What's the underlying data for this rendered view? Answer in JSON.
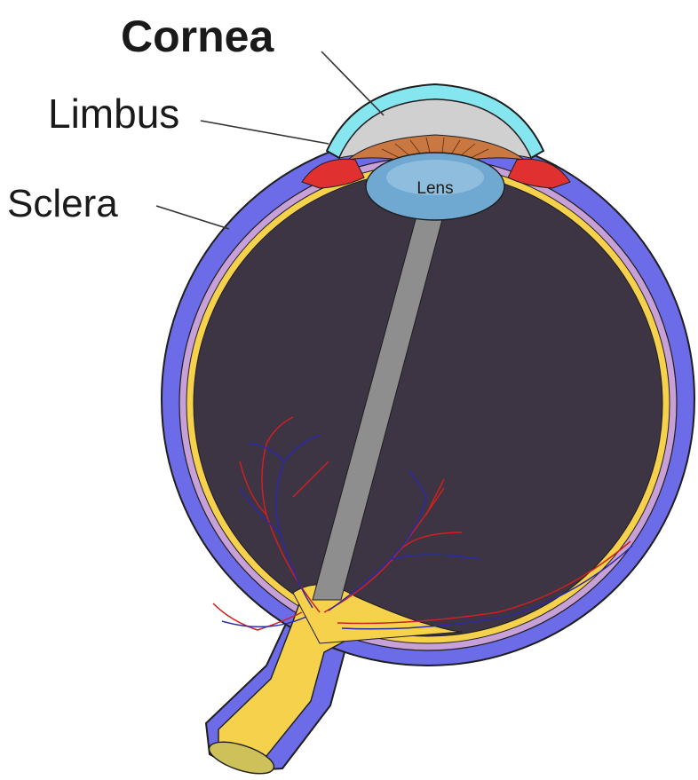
{
  "labels": {
    "cornea": "Cornea",
    "limbus": "Limbus",
    "sclera": "Sclera",
    "lens": "Lens"
  },
  "colors": {
    "sclera": "#6c6ce8",
    "choroid": "#c8a0d8",
    "retina": "#f6d24c",
    "vitreous": "#3d3444",
    "cornea": "#86e6f0",
    "aqueous": "#d0d0d0",
    "iris": "#c87840",
    "ciliary_body": "#e03030",
    "lens": "#6fa8d0",
    "hyaloid_canal": "#8e8e8e",
    "optic_nerve": "#f6d24c",
    "artery": "#d02020",
    "vein": "#2a2aa8"
  }
}
